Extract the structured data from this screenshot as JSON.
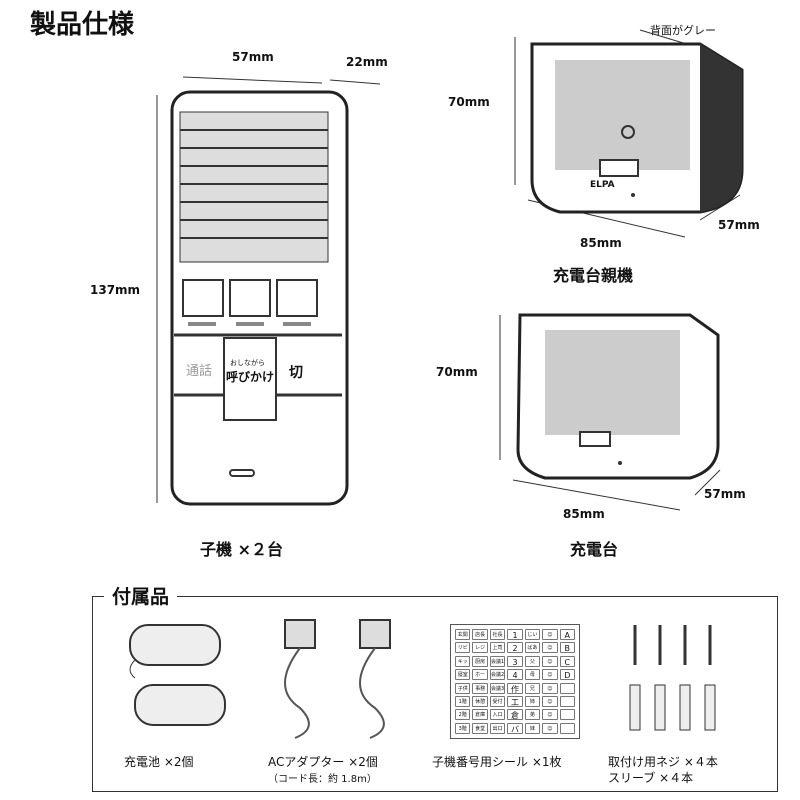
{
  "title": "製品仕様",
  "handset": {
    "width": "57mm",
    "depth": "22mm",
    "height": "137mm",
    "caption": "子機 ×２台",
    "buttons": {
      "talk": "通話",
      "call_small": "おしながら",
      "call": "呼びかけ",
      "end": "切"
    }
  },
  "base_master": {
    "note": "背面がグレー",
    "height": "70mm",
    "width": "85mm",
    "depth": "57mm",
    "caption": "充電台親機",
    "brand": "ELPA"
  },
  "base": {
    "height": "70mm",
    "width": "85mm",
    "depth": "57mm",
    "caption": "充電台"
  },
  "accessories": {
    "title": "付属品",
    "items": [
      {
        "label": "充電池 ×2個"
      },
      {
        "label": "ACアダプター ×2個",
        "sub": "（コード長：約 1.8m）"
      },
      {
        "label": "子機番号用シール ×1枚"
      },
      {
        "label": "取付け用ネジ ×４本",
        "label2": "スリーブ ×４本"
      }
    ],
    "sticker_cells": [
      "玄関",
      "店長",
      "社長",
      "1",
      "じい",
      "☺",
      "A",
      "リビング",
      "レジ",
      "上司",
      "2",
      "ばあ",
      "☺",
      "B",
      "キッチン",
      "厨房",
      "会議1",
      "3",
      "父",
      "☺",
      "C",
      "寝室",
      "ホール",
      "会議2",
      "4",
      "母",
      "☺",
      "D",
      "子供",
      "事務所",
      "会議3",
      "作業",
      "兄",
      "☺",
      "",
      "1階",
      "休憩",
      "受付",
      "工場",
      "姉",
      "☺",
      "",
      "2階",
      "倉庫",
      "入口",
      "倉庫",
      "弟",
      "☺",
      "",
      "3階",
      "食堂",
      "出口",
      "バックヤード",
      "妹",
      "☺",
      ""
    ]
  }
}
